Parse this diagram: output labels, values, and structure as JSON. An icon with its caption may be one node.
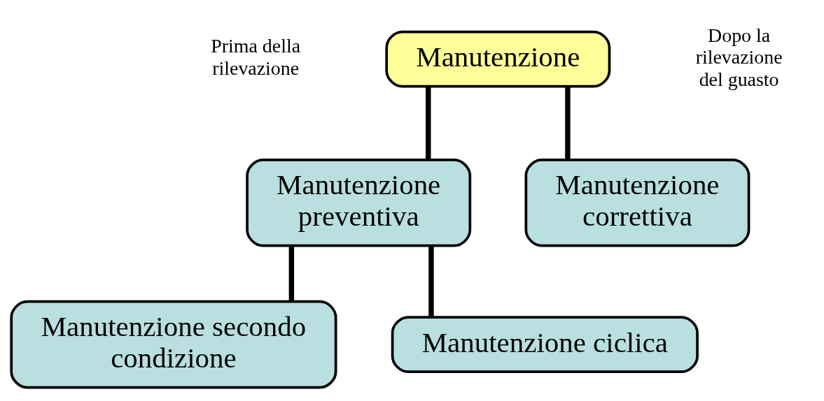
{
  "diagram": {
    "nodes": [
      {
        "text": [
          "Manutenzione"
        ]
      },
      {
        "text": [
          "Manutenzione preventiva"
        ]
      },
      {
        "text": [
          "Manutenzione correttiva"
        ]
      },
      {
        "text": [
          "Manutenzione secondo condizione"
        ]
      },
      {
        "text": [
          "Manutenzione ciclica"
        ]
      }
    ],
    "edges": [
      {
        "from": 0,
        "to": 1,
        "arrow": "none"
      },
      {
        "from": 0,
        "to": 2,
        "arrow": "none"
      },
      {
        "from": 1,
        "to": 3,
        "arrow": "none"
      },
      {
        "from": 1,
        "to": 4,
        "arrow": "none"
      }
    ],
    "labels": [
      "Prima della rilevazione",
      "Dopo la rilevazione del guasto"
    ]
  }
}
